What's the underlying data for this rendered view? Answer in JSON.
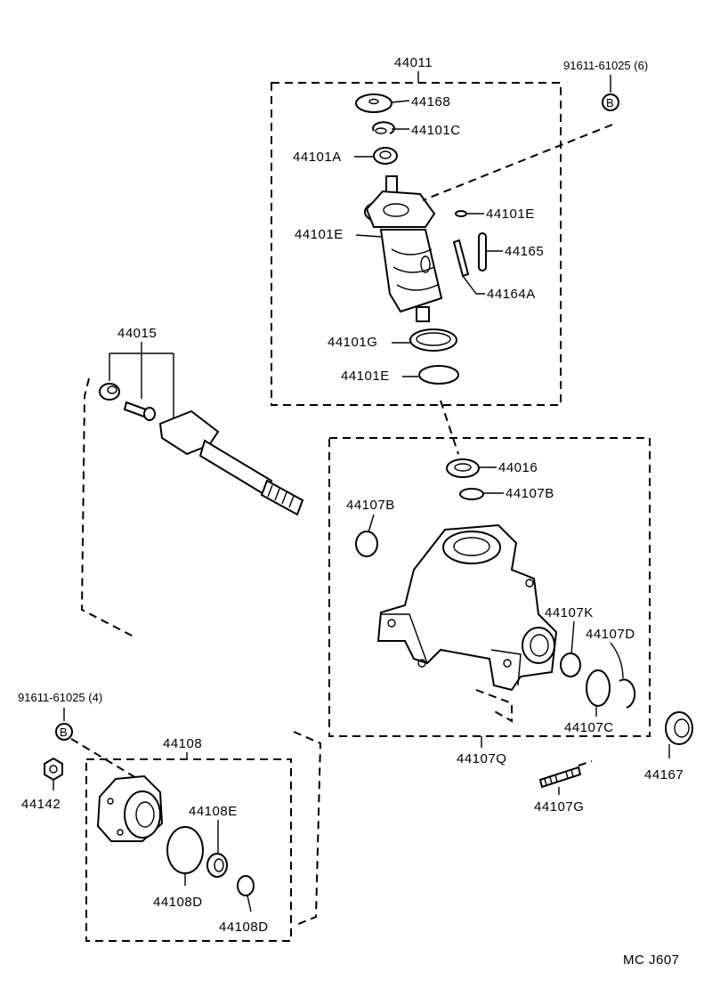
{
  "labels": {
    "p44011": "44011",
    "p44168": "44168",
    "p44101C": "44101C",
    "p44101A": "44101A",
    "p44101E_a": "44101E",
    "p44101E_b": "44101E",
    "p44165": "44165",
    "p44164A": "44164A",
    "p44101G": "44101G",
    "p44101E_c": "44101E",
    "p91611_6": "91611-61025 (6)",
    "bolt_b_top": "B",
    "p44015": "44015",
    "p44016": "44016",
    "p44107B_a": "44107B",
    "p44107B_b": "44107B",
    "p44107K": "44107K",
    "p44107D": "44107D",
    "p44107C": "44107C",
    "p44107Q": "44107Q",
    "p44167": "44167",
    "p44107G": "44107G",
    "p91611_4": "91611-61025 (4)",
    "bolt_b_bottom": "B",
    "p44142": "44142",
    "p44108": "44108",
    "p44108E": "44108E",
    "p44108D_a": "44108D",
    "p44108D_b": "44108D",
    "ref_code": "MC J607"
  }
}
